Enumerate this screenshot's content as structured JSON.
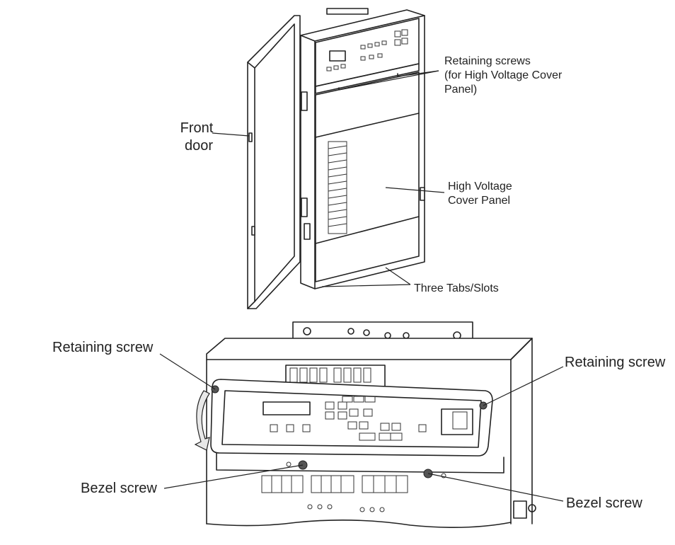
{
  "labels": {
    "front_door": [
      "Front",
      "door"
    ],
    "retaining_screws_top": [
      "Retaining screws",
      "(for High Voltage Cover",
      "Panel)"
    ],
    "hv_cover_panel": [
      "High Voltage",
      "Cover Panel"
    ],
    "three_tabs": "Three Tabs/Slots",
    "retaining_screw_left": "Retaining screw",
    "retaining_screw_right": "Retaining screw",
    "bezel_screw_left": "Bezel screw",
    "bezel_screw_right": "Bezel screw"
  },
  "colors": {
    "line": "#222222",
    "background": "#ffffff",
    "shade": "#e8e8e8"
  }
}
